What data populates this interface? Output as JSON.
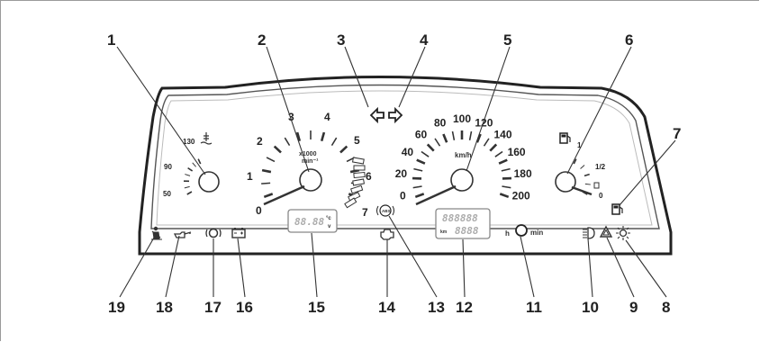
{
  "callouts": [
    "1",
    "2",
    "3",
    "4",
    "5",
    "6",
    "7",
    "8",
    "9",
    "10",
    "11",
    "12",
    "13",
    "14",
    "15",
    "16",
    "17",
    "18",
    "19"
  ],
  "temp_gauge": {
    "labels": [
      "50",
      "90",
      "130"
    ]
  },
  "tachometer": {
    "labels": [
      "0",
      "1",
      "2",
      "3",
      "4",
      "5",
      "6",
      "7"
    ],
    "unit_top": "x1000",
    "unit_bottom": "min⁻¹"
  },
  "speedometer": {
    "labels": [
      "0",
      "20",
      "40",
      "60",
      "80",
      "100",
      "120",
      "140",
      "160",
      "180",
      "200"
    ],
    "unit": "km/h"
  },
  "fuel_gauge": {
    "labels": [
      "0",
      "1/2",
      "1"
    ]
  },
  "lcd_left": {
    "digits": "88.88",
    "unit_top": "°c",
    "unit_bottom": "v"
  },
  "lcd_odometer": {
    "upper": "888888",
    "lower": "8888",
    "km_label": "km"
  },
  "abs_label": "ABS",
  "economy_indicator": {
    "left": "h",
    "right": "min"
  },
  "icons": [
    "seatbelt-icon",
    "oil-can-icon",
    "brake-icon",
    "battery-icon",
    "engine-check-icon",
    "headlight-icon",
    "warning-triangle-icon",
    "sidelight-icon",
    "fuel-pump-icon",
    "coolant-temp-icon",
    "turn-left-arrow-icon",
    "turn-right-arrow-icon"
  ]
}
